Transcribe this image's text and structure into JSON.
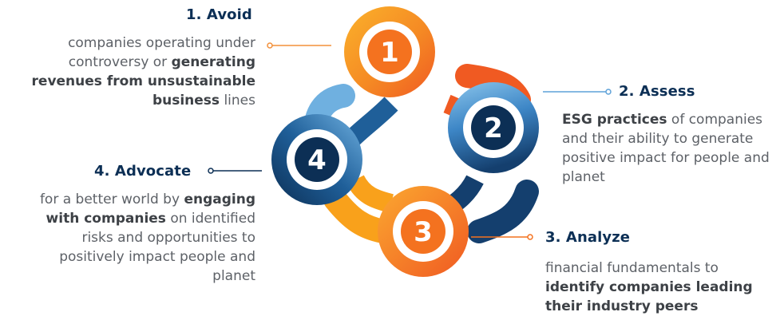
{
  "steps": [
    {
      "number": "1",
      "title": "1. Avoid",
      "text_1": "companies operating under controversy or ",
      "bold_1": "generating revenues from unsustainable business",
      "text_2": " lines"
    },
    {
      "number": "2",
      "title": "2. Assess",
      "bold_1": "ESG practices",
      "text_1": " of companies and their ability to generate positive impact for people and planet"
    },
    {
      "number": "3",
      "title": "3. Analyze",
      "text_1": "financial fundamentals to ",
      "bold_1": "identify companies leading their industry peers"
    },
    {
      "number": "4",
      "title": "4. Advocate",
      "text_1": "for a better world by ",
      "bold_1": "engaging with companies",
      "text_2": " on identified risks and opportunities to positively impact people and planet"
    }
  ],
  "colors": {
    "navy": "#0c2f55",
    "orange": "#f4721f",
    "amber": "#f9a11b",
    "sky": "#74b6e3",
    "blue": "#1f5f99",
    "connector_orange": "#f3903a",
    "connector_blue": "#5fa2d8"
  }
}
